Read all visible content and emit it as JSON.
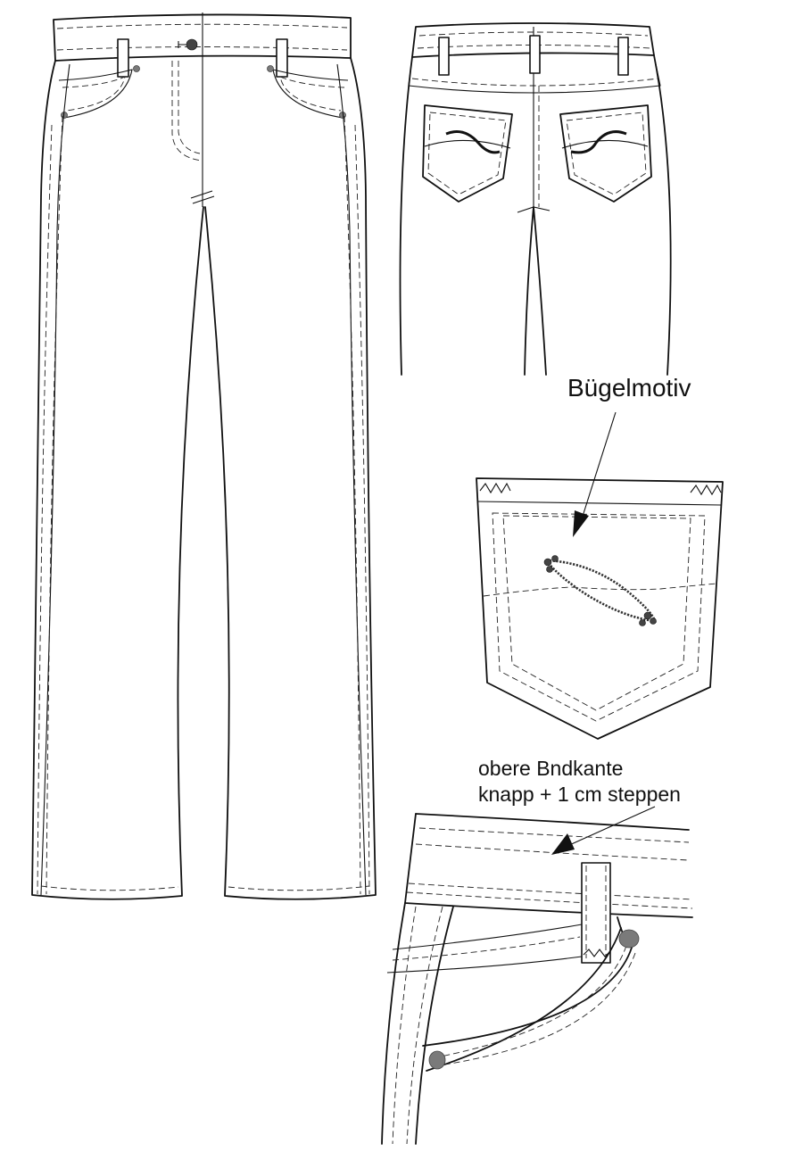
{
  "annotations": {
    "motif_label": "Bügelmotiv",
    "waistband_note_line1": "obere Bndkante",
    "waistband_note_line2": "knapp + 1 cm steppen"
  },
  "colors": {
    "line": "#111111",
    "rivet": "#7a7a7a",
    "background": "#ffffff"
  }
}
